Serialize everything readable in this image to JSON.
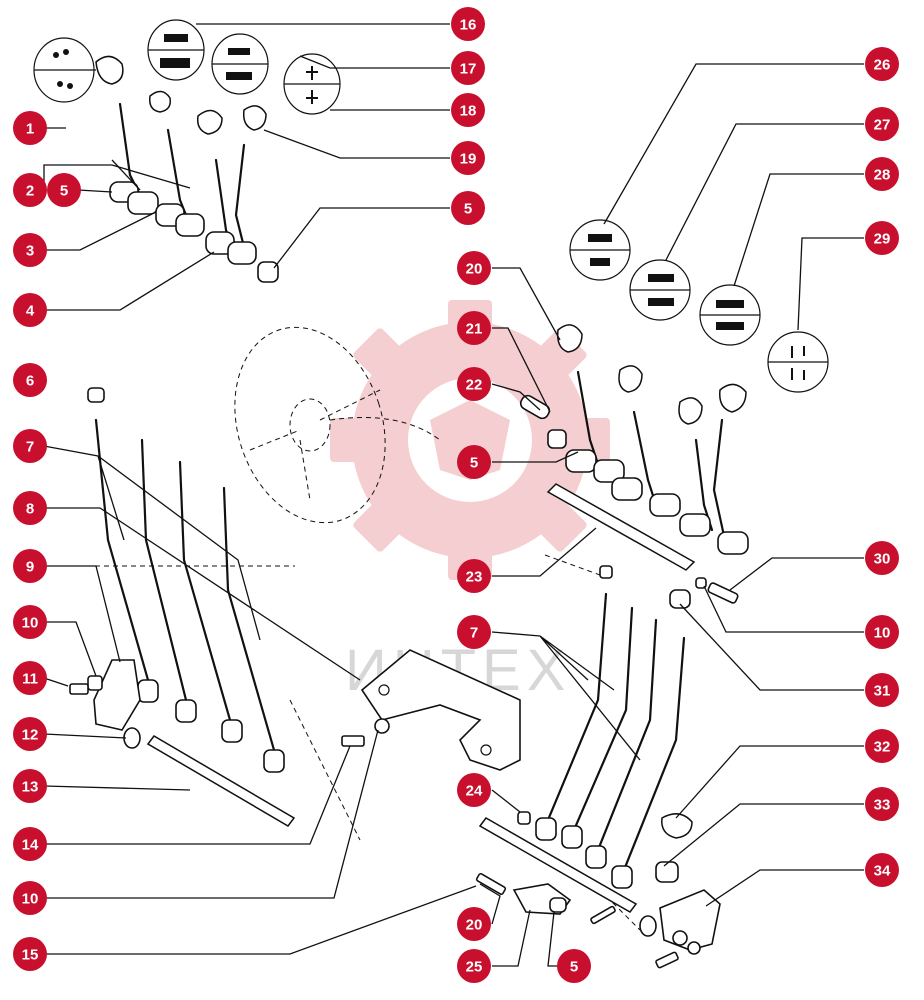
{
  "watermark": {
    "text": "ИНТЕХ",
    "logo_color": "#f3c9cc"
  },
  "accent_color": "#c8102e",
  "callouts": [
    {
      "label": "1"
    },
    {
      "label": "2"
    },
    {
      "label": "5"
    },
    {
      "label": "3"
    },
    {
      "label": "4"
    },
    {
      "label": "16"
    },
    {
      "label": "17"
    },
    {
      "label": "18"
    },
    {
      "label": "19"
    },
    {
      "label": "5"
    },
    {
      "label": "26"
    },
    {
      "label": "27"
    },
    {
      "label": "28"
    },
    {
      "label": "29"
    },
    {
      "label": "20"
    },
    {
      "label": "21"
    },
    {
      "label": "22"
    },
    {
      "label": "5"
    },
    {
      "label": "23"
    },
    {
      "label": "30"
    },
    {
      "label": "10"
    },
    {
      "label": "31"
    },
    {
      "label": "6"
    },
    {
      "label": "7"
    },
    {
      "label": "8"
    },
    {
      "label": "9"
    },
    {
      "label": "10"
    },
    {
      "label": "11"
    },
    {
      "label": "12"
    },
    {
      "label": "13"
    },
    {
      "label": "14"
    },
    {
      "label": "10"
    },
    {
      "label": "15"
    },
    {
      "label": "7"
    },
    {
      "label": "24"
    },
    {
      "label": "20"
    },
    {
      "label": "25"
    },
    {
      "label": "5"
    },
    {
      "label": "32"
    },
    {
      "label": "33"
    },
    {
      "label": "34"
    }
  ]
}
